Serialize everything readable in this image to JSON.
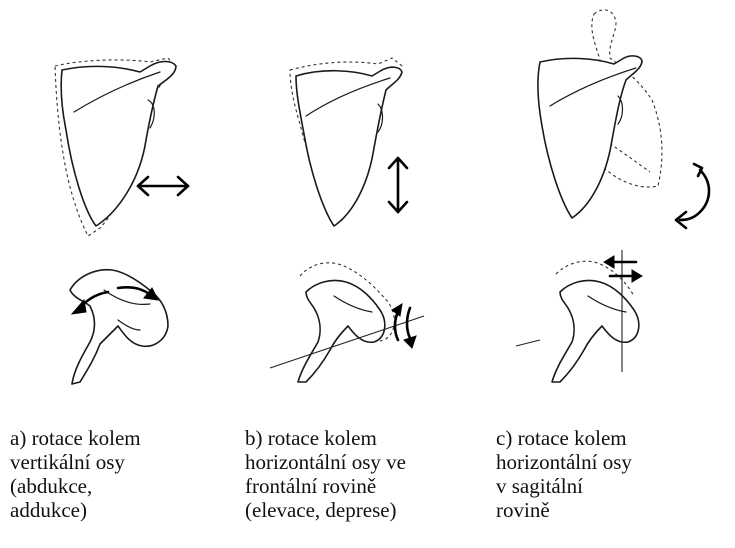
{
  "captions": {
    "a": {
      "line1": "a) rotace kolem",
      "line2": "vertikální osy",
      "line3": "(abdukce,",
      "line4": "addukce)"
    },
    "b": {
      "line1": "b) rotace kolem",
      "line2": "horizontální osy ve",
      "line3": "frontální rovině",
      "line4": "(elevace, deprese)"
    },
    "c": {
      "line1": "c) rotace kolem",
      "line2": "horizontální osy",
      "line3": "v sagitální",
      "line4": "rovině"
    }
  },
  "icons": {
    "horizontal_arrow": "double-headed-horizontal-arrow",
    "vertical_arrow": "double-headed-vertical-arrow",
    "curved_arrow": "curved-rotation-arrow"
  },
  "colors": {
    "ink": "#111111",
    "background": "#ffffff"
  }
}
